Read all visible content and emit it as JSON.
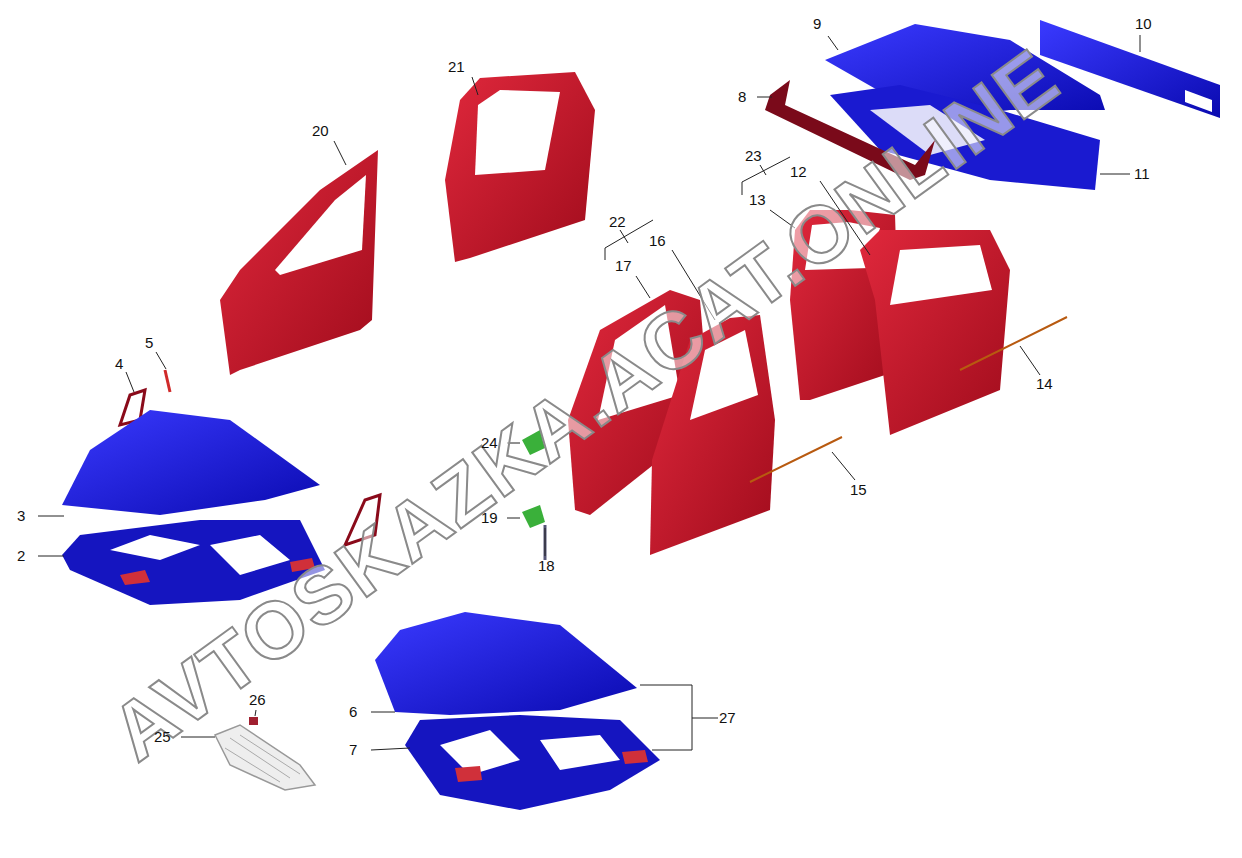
{
  "diagram": {
    "labels": [
      "9",
      "10",
      "21",
      "8",
      "20",
      "23",
      "12",
      "11",
      "13",
      "22",
      "16",
      "17",
      "5",
      "4",
      "14",
      "24",
      "3",
      "15",
      "19",
      "2",
      "18",
      "26",
      "6",
      "27",
      "25",
      "7",
      "AVTOSKAZKA.ACAT.ONLINE"
    ]
  }
}
